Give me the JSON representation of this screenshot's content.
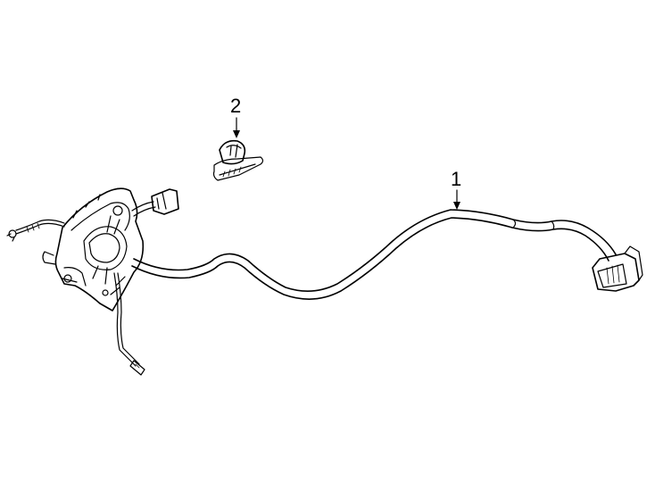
{
  "diagram": {
    "callouts": [
      {
        "id": "1",
        "label": "1",
        "part": "cable-harness"
      },
      {
        "id": "2",
        "label": "2",
        "part": "retaining-clip"
      }
    ],
    "line_color": "#000000",
    "background": "#ffffff"
  }
}
